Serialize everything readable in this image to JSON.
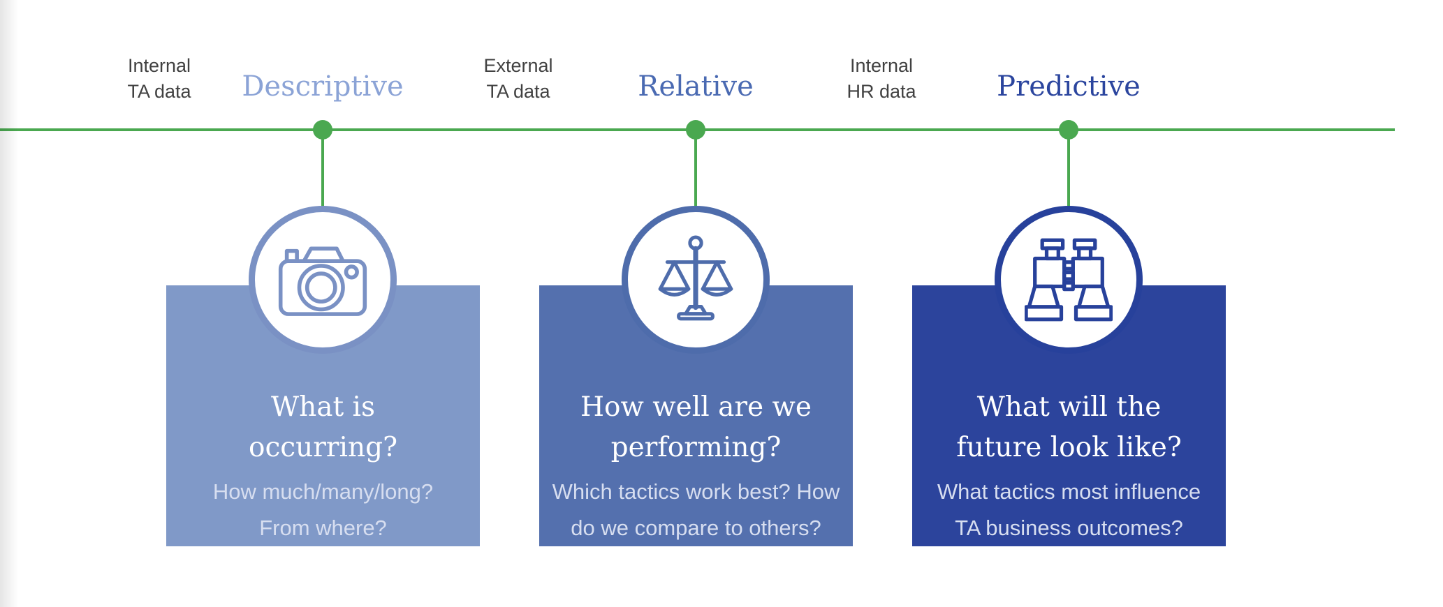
{
  "theme": {
    "background": "#ffffff",
    "line_color": "#4aa850",
    "card_title_color": "#ffffff",
    "card_body_color": "#d7def0",
    "data_label_color": "#414141"
  },
  "timeline": {
    "data_labels": [
      {
        "lines": [
          "Internal",
          "TA data"
        ]
      },
      {
        "lines": [
          "External",
          "TA data"
        ]
      },
      {
        "lines": [
          "Internal",
          "HR data"
        ]
      }
    ]
  },
  "stages": [
    {
      "name": "Descriptive",
      "name_color": "#8ba3d6",
      "accent": "#7a91c4",
      "card_color": "#8099c8",
      "icon": "camera-icon",
      "title_lines": [
        "What is",
        "occurring?"
      ],
      "body_lines": [
        "How much/many/long?",
        "From where?"
      ]
    },
    {
      "name": "Relative",
      "name_color": "#4a6ab2",
      "accent": "#4e6cab",
      "card_color": "#5470ae",
      "icon": "scales-icon",
      "title_lines": [
        "How well are we",
        "performing?"
      ],
      "body_lines": [
        "Which tactics work best? How",
        "do we compare to others?"
      ]
    },
    {
      "name": "Predictive",
      "name_color": "#2b459e",
      "accent": "#27419b",
      "card_color": "#2c449c",
      "icon": "binoculars-icon",
      "title_lines": [
        "What will the",
        "future look like?"
      ],
      "body_lines": [
        "What tactics most influence",
        "TA business outcomes?"
      ]
    }
  ]
}
